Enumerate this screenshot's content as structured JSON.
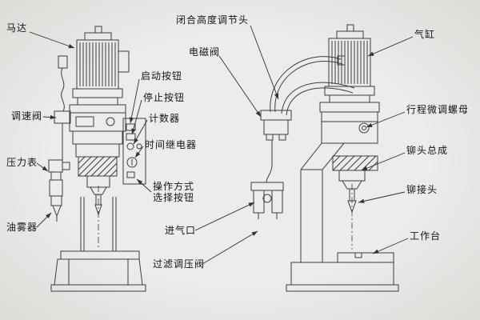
{
  "labels": {
    "motor": "马达",
    "speed_valve": "调速阀",
    "pressure_gauge": "压力表",
    "oil_mister": "油雾器",
    "start_button": "启动按钮",
    "stop_button": "停止按钮",
    "counter": "计数器",
    "time_relay": "时间继电器",
    "operation_mode_line1": "操作方式",
    "operation_mode_line2": "选择按钮",
    "air_inlet": "进气口",
    "filter_regulator": "过滤调压阀",
    "closing_height_adjuster": "闭合高度调节头",
    "solenoid_valve": "电磁阀",
    "air_cylinder": "气缸",
    "stroke_fine_adjust_nut": "行程微调螺母",
    "rivet_head_assembly": "铆头总成",
    "rivet_joint": "铆接头",
    "worktable": "工作台"
  },
  "colors": {
    "line": "#3d3d3d",
    "leader": "#2f2f2f",
    "background": "#e9e8e5",
    "label_text": "#141414"
  }
}
